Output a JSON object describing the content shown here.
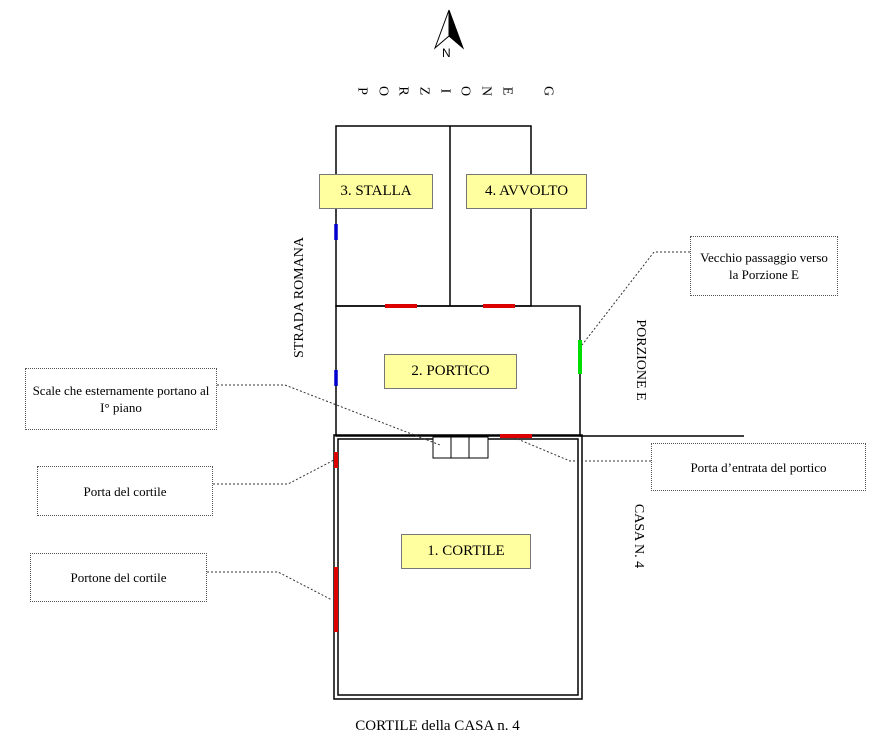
{
  "compass": {
    "label": "N",
    "icon": "north-arrow-icon"
  },
  "rooms": [
    {
      "id": "stalla",
      "label": "3. STALLA"
    },
    {
      "id": "avvolto",
      "label": "4. AVVOLTO"
    },
    {
      "id": "portico",
      "label": "2. PORTICO"
    },
    {
      "id": "cortile",
      "label": "1. CORTILE"
    }
  ],
  "streets": {
    "north_letters": [
      "P",
      "O",
      "R",
      "Z",
      "I",
      "O",
      "N",
      "E",
      "",
      "G"
    ],
    "west": "STRADA ROMANA",
    "east_upper": "PORZIONE E",
    "east_lower": "CASA N. 4"
  },
  "callouts": {
    "passaggio": "Vecchio passaggio verso la Porzione E",
    "scale": "Scale che esternamente portano al I° piano",
    "porta_cortile": "Porta del cortile",
    "porta_portico": "Porta d’entrata del portico",
    "portone": "Portone del cortile"
  },
  "colors": {
    "door": "#dd0000",
    "window": "#0000cc",
    "old_passage": "#00dd00",
    "label_bg": "#ffffa0"
  },
  "title": "CORTILE della CASA n. 4"
}
